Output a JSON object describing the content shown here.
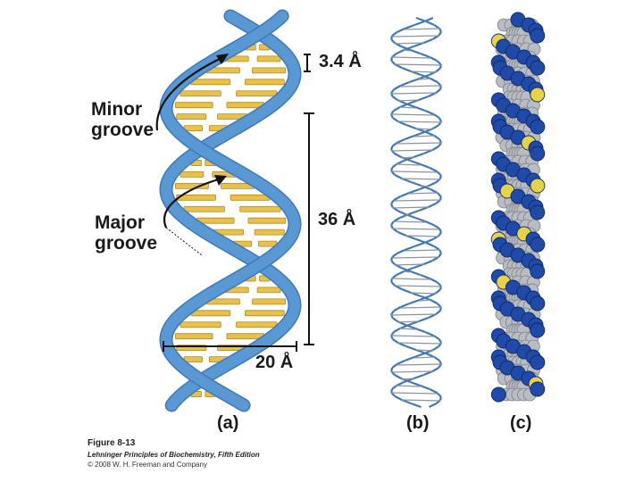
{
  "labels": {
    "minor_groove": [
      "Minor",
      "groove"
    ],
    "major_groove": [
      "Major",
      "groove"
    ],
    "rise": "3.4 Å",
    "pitch": "36 Å",
    "width": "20 Å"
  },
  "panels": {
    "a": "(a)",
    "b": "(b)",
    "c": "(c)"
  },
  "caption": {
    "figure": "Figure 8-13",
    "book": "Lehninger Principles of Biochemistry, Fifth Edition",
    "copyright": "© 2008 W. H. Freeman and Company"
  },
  "colors": {
    "backbone": "#5b9bd5",
    "backbone_dark": "#3f78b8",
    "base": "#e8c14a",
    "base_dark": "#b48a1e",
    "atom_blue": "#1f4aa8",
    "atom_gray": "#b9bcc2",
    "atom_yellow": "#e6d34a"
  }
}
